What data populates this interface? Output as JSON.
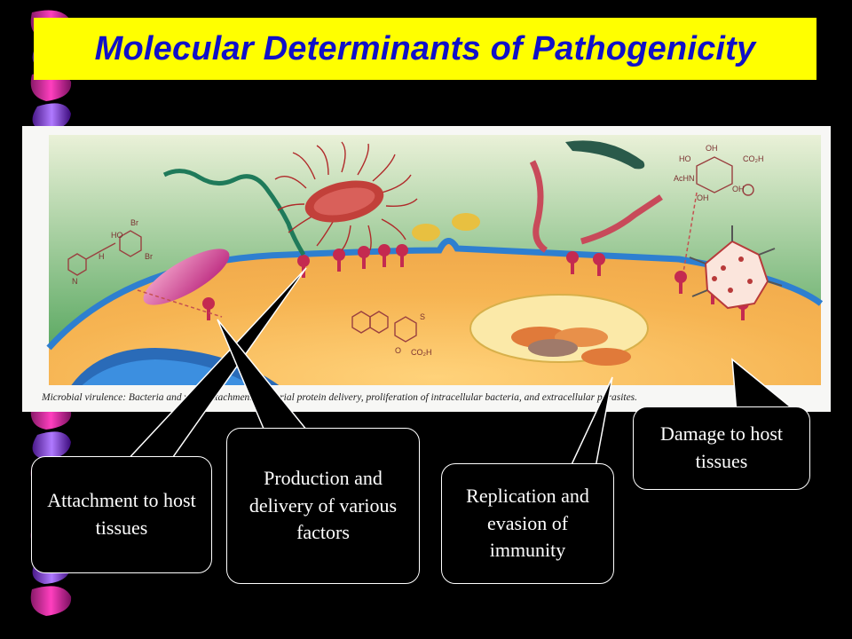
{
  "slide": {
    "title": "Molecular Determinants of Pathogenicity",
    "title_color": "#1010c8",
    "title_bg": "#ffff00",
    "background": "#000000"
  },
  "figure": {
    "caption": "Microbial virulence: Bacteria and virus attachment, bacterial protein delivery, proliferation of intracellular bacteria, and extracellular parasites.",
    "icons": [
      "bacterium-icon",
      "virus-icon",
      "flagellate-icon",
      "nucleus-icon",
      "chemical-structure-icon",
      "receptor-icon",
      "mitochondrion-icon"
    ],
    "chem_labels": {
      "br1": "Br",
      "br2": "Br",
      "ho": "HO",
      "n": "N",
      "h": "H",
      "co2h_1": "CO₂H",
      "s": "S",
      "o": "O",
      "oh1": "OH",
      "oh2": "OH",
      "oh3": "OH",
      "co2h_2": "CO₂H",
      "ho2": "HO",
      "achn": "AcHN"
    }
  },
  "callouts": [
    {
      "id": "attachment",
      "text": "Attachment to host tissues"
    },
    {
      "id": "production",
      "text": "Production and delivery of various factors"
    },
    {
      "id": "replication",
      "text": "Replication and evasion of immunity"
    },
    {
      "id": "damage",
      "text": "Damage to host tissues"
    }
  ]
}
